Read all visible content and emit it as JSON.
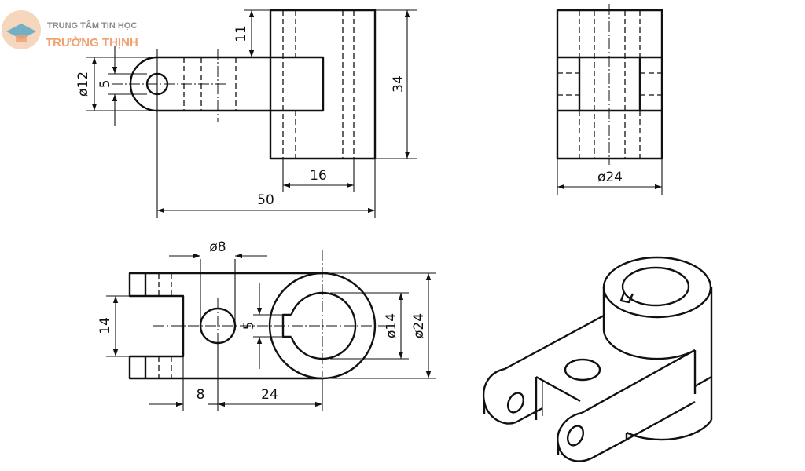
{
  "logo": {
    "line1": "TRUNG TÂM TIN HỌC",
    "line2": "TRƯỜNG THỊNH",
    "colors": {
      "mark": "#f4c9a8",
      "accent": "#5aa9c8",
      "sub": "#f1a070"
    }
  },
  "front_view": {
    "dims": {
      "d_hole_outer": "ø12",
      "d_hole": "5",
      "top_offset": "11",
      "height": "34",
      "width_inner": "16",
      "length": "50"
    }
  },
  "side_view": {
    "dims": {
      "diameter": "ø24"
    }
  },
  "top_view": {
    "dims": {
      "hole": "ø8",
      "slot": "5",
      "bore": "ø14",
      "outer": "ø24",
      "fork_width": "14",
      "offset_a": "8",
      "offset_b": "24"
    }
  },
  "iso_view": {
    "icon": "isometric-part-icon"
  }
}
